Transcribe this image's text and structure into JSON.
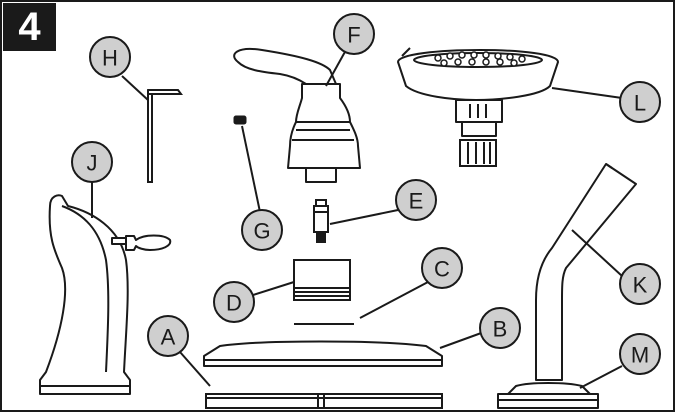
{
  "step_number": "4",
  "callouts": {
    "A": "A",
    "B": "B",
    "C": "C",
    "D": "D",
    "E": "E",
    "F": "F",
    "G": "G",
    "H": "H",
    "J": "J",
    "K": "K",
    "L": "L",
    "M": "M"
  },
  "colors": {
    "stroke": "#1a1a1a",
    "callout_fill": "#cfcfcf",
    "part_fill": "#ffffff",
    "badge": "#1a1a1a"
  },
  "parts": [
    "allen-wrench",
    "handle-assembly",
    "set-screw",
    "cartridge",
    "sleeve",
    "gasket",
    "base-plate",
    "escutcheon",
    "spray-head",
    "hose-connector",
    "spout-tube",
    "spout-base"
  ]
}
